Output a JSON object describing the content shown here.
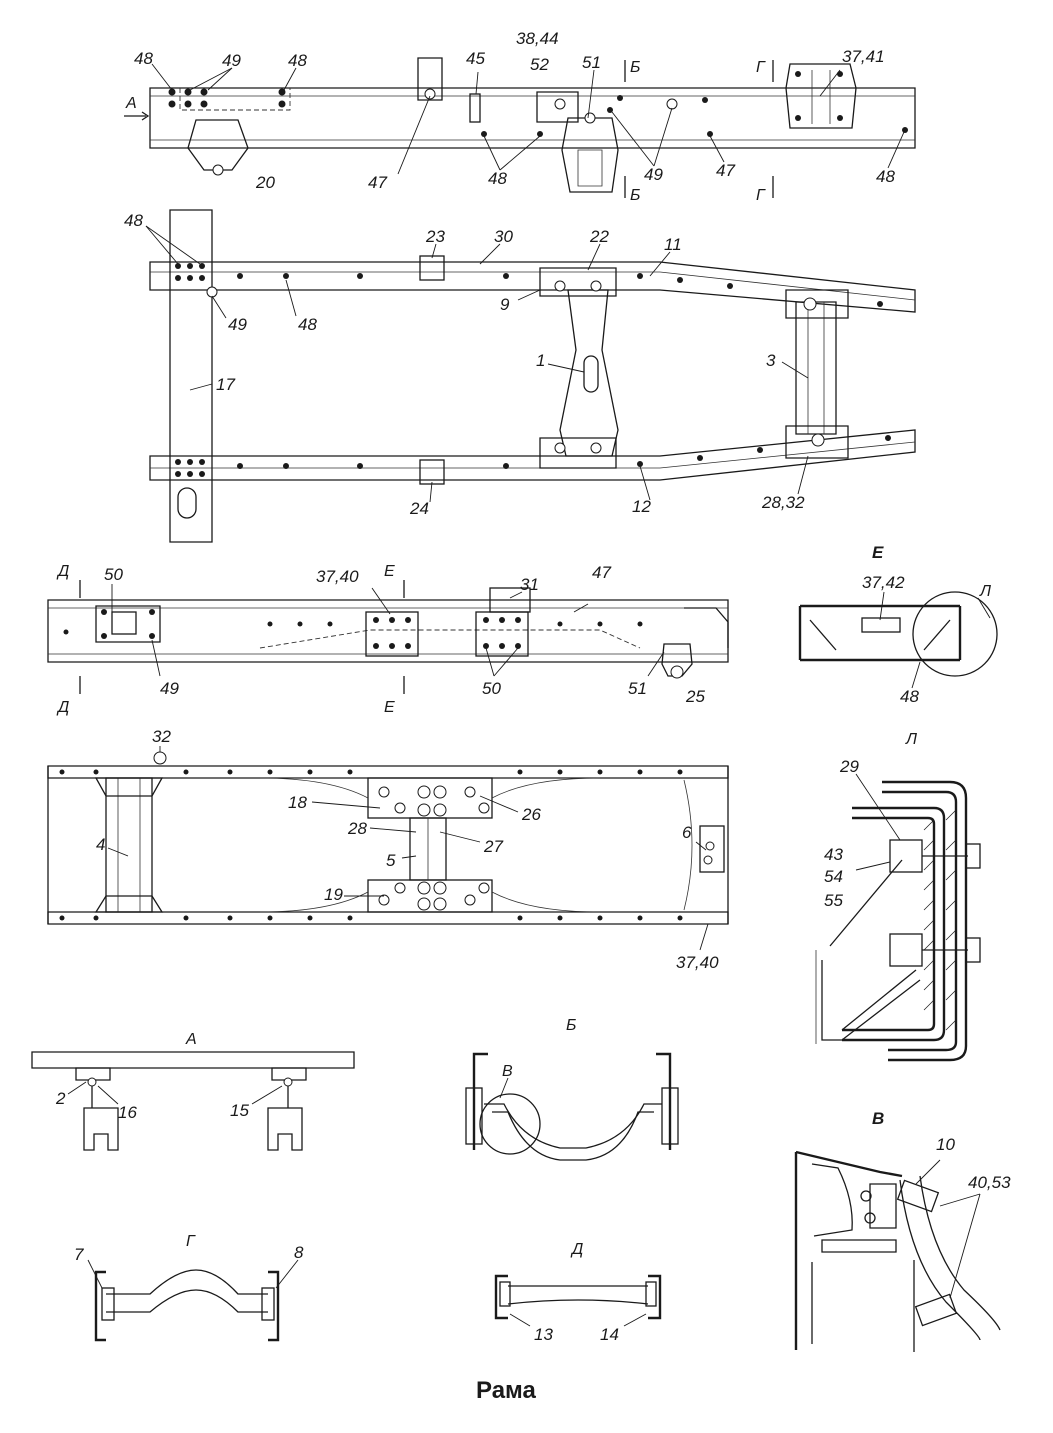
{
  "caption": "Рама",
  "section_titles": {
    "A": "А",
    "B": "Б",
    "G": "Г",
    "D": "Д",
    "E": "Е",
    "L": "Л",
    "V": "В"
  },
  "cut_marks": {
    "a_left": "А",
    "b_top": "Б",
    "b_bottom": "Б",
    "g_top": "Г",
    "g_bottom": "Г",
    "d_top": "Д",
    "d_bottom": "Д",
    "e_top": "Е",
    "e_bottom": "Е",
    "l_circle": "Л",
    "v_circle": "В"
  },
  "callouts": {
    "side_view_top": [
      "48",
      "49",
      "48",
      "47",
      "45",
      "38,44",
      "52",
      "51",
      "20",
      "48",
      "49",
      "47",
      "37,41",
      "48"
    ],
    "plan_view_top": [
      "48",
      "23",
      "30",
      "22",
      "11",
      "49",
      "48",
      "9",
      "1",
      "3",
      "17",
      "24",
      "12",
      "28,32"
    ],
    "side_view_bottom": [
      "50",
      "37,40",
      "31",
      "47",
      "49",
      "50",
      "51",
      "25"
    ],
    "plan_view_bottom": [
      "32",
      "18",
      "26",
      "4",
      "28",
      "27",
      "5",
      "6",
      "19",
      "37,40"
    ],
    "section_e": [
      "37,42",
      "48"
    ],
    "detail_l": [
      "29",
      "43",
      "54",
      "55"
    ],
    "section_a": [
      "2",
      "16",
      "15"
    ],
    "section_g": [
      "7",
      "8"
    ],
    "section_d": [
      "13",
      "14"
    ],
    "detail_v": [
      "10",
      "40,53"
    ]
  }
}
